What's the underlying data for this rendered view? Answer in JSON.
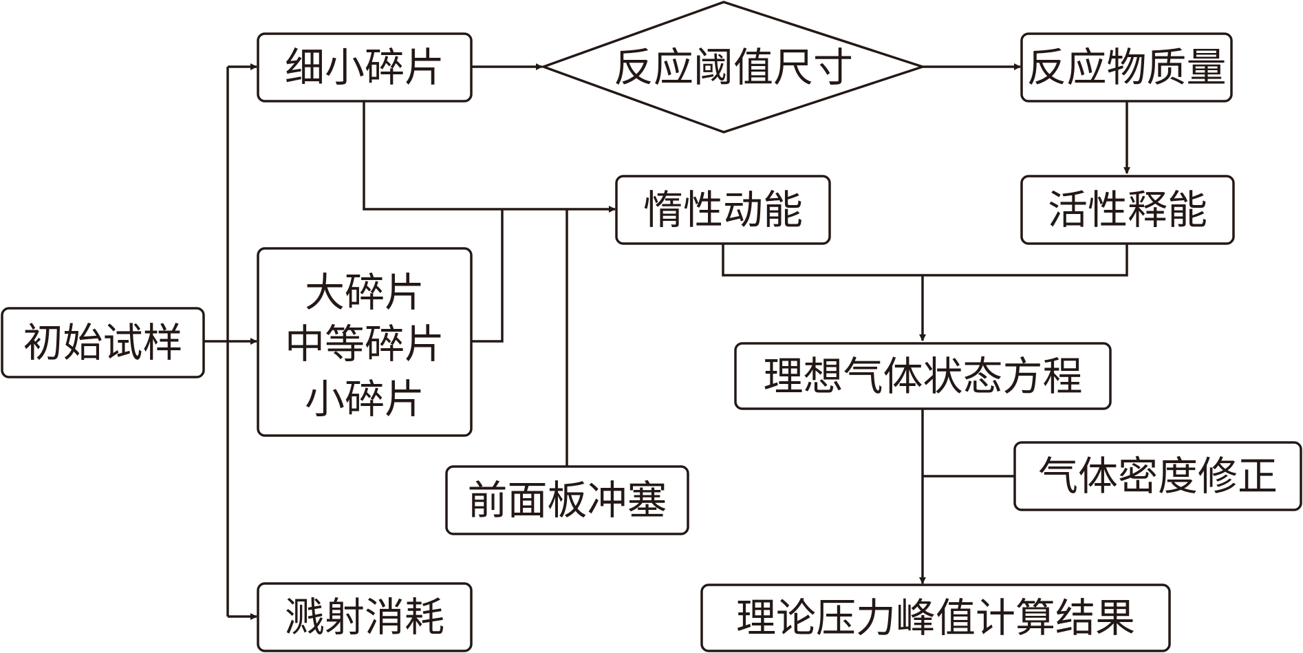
{
  "nodes": {
    "initial_sample": "初始试样",
    "fine_fragments": "细小碎片",
    "threshold_size": "反应阈值尺寸",
    "reactant_mass": "反应物质量",
    "inert_kinetic_energy": "惰性动能",
    "active_energy_release": "活性释能",
    "fragment_sizes": [
      "大碎片",
      "中等碎片",
      "小碎片"
    ],
    "front_plate_plugging": "前面板冲塞",
    "ideal_gas_equation": "理想气体状态方程",
    "gas_density_correction": "气体密度修正",
    "splash_loss": "溅射消耗",
    "peak_pressure_result": "理论压力峰值计算结果"
  },
  "colors": {
    "stroke": "#231815",
    "background": "#ffffff"
  }
}
